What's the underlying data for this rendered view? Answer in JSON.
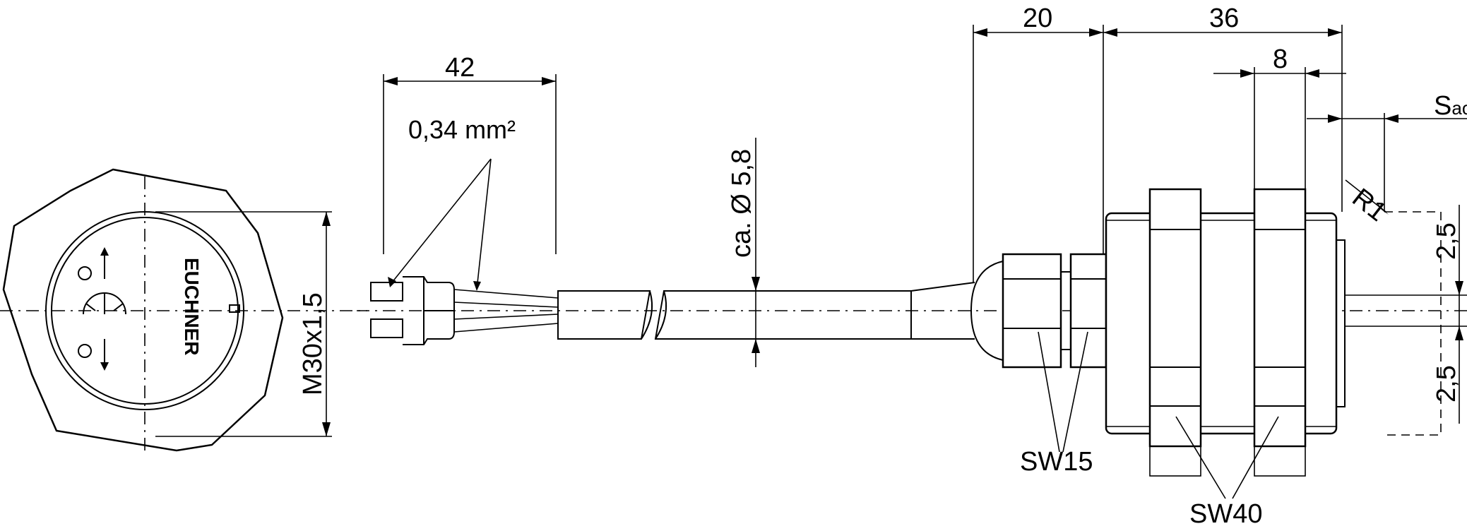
{
  "dimensions": {
    "cable_length": "42",
    "conductor_section": "0,34 mm²",
    "cable_diameter": "ca. Ø 5,8",
    "gland_length": "20",
    "body_length": "36",
    "nut_width": "8",
    "switching_distance": "S",
    "switching_distance_sub": "ao",
    "radius": "R1",
    "offset_upper": "2,5",
    "offset_lower": "2,5",
    "thread": "M30x1,5"
  },
  "labels": {
    "gland_wrench": "SW15",
    "nut_wrench": "SW40",
    "brand": "EUCHNER"
  }
}
